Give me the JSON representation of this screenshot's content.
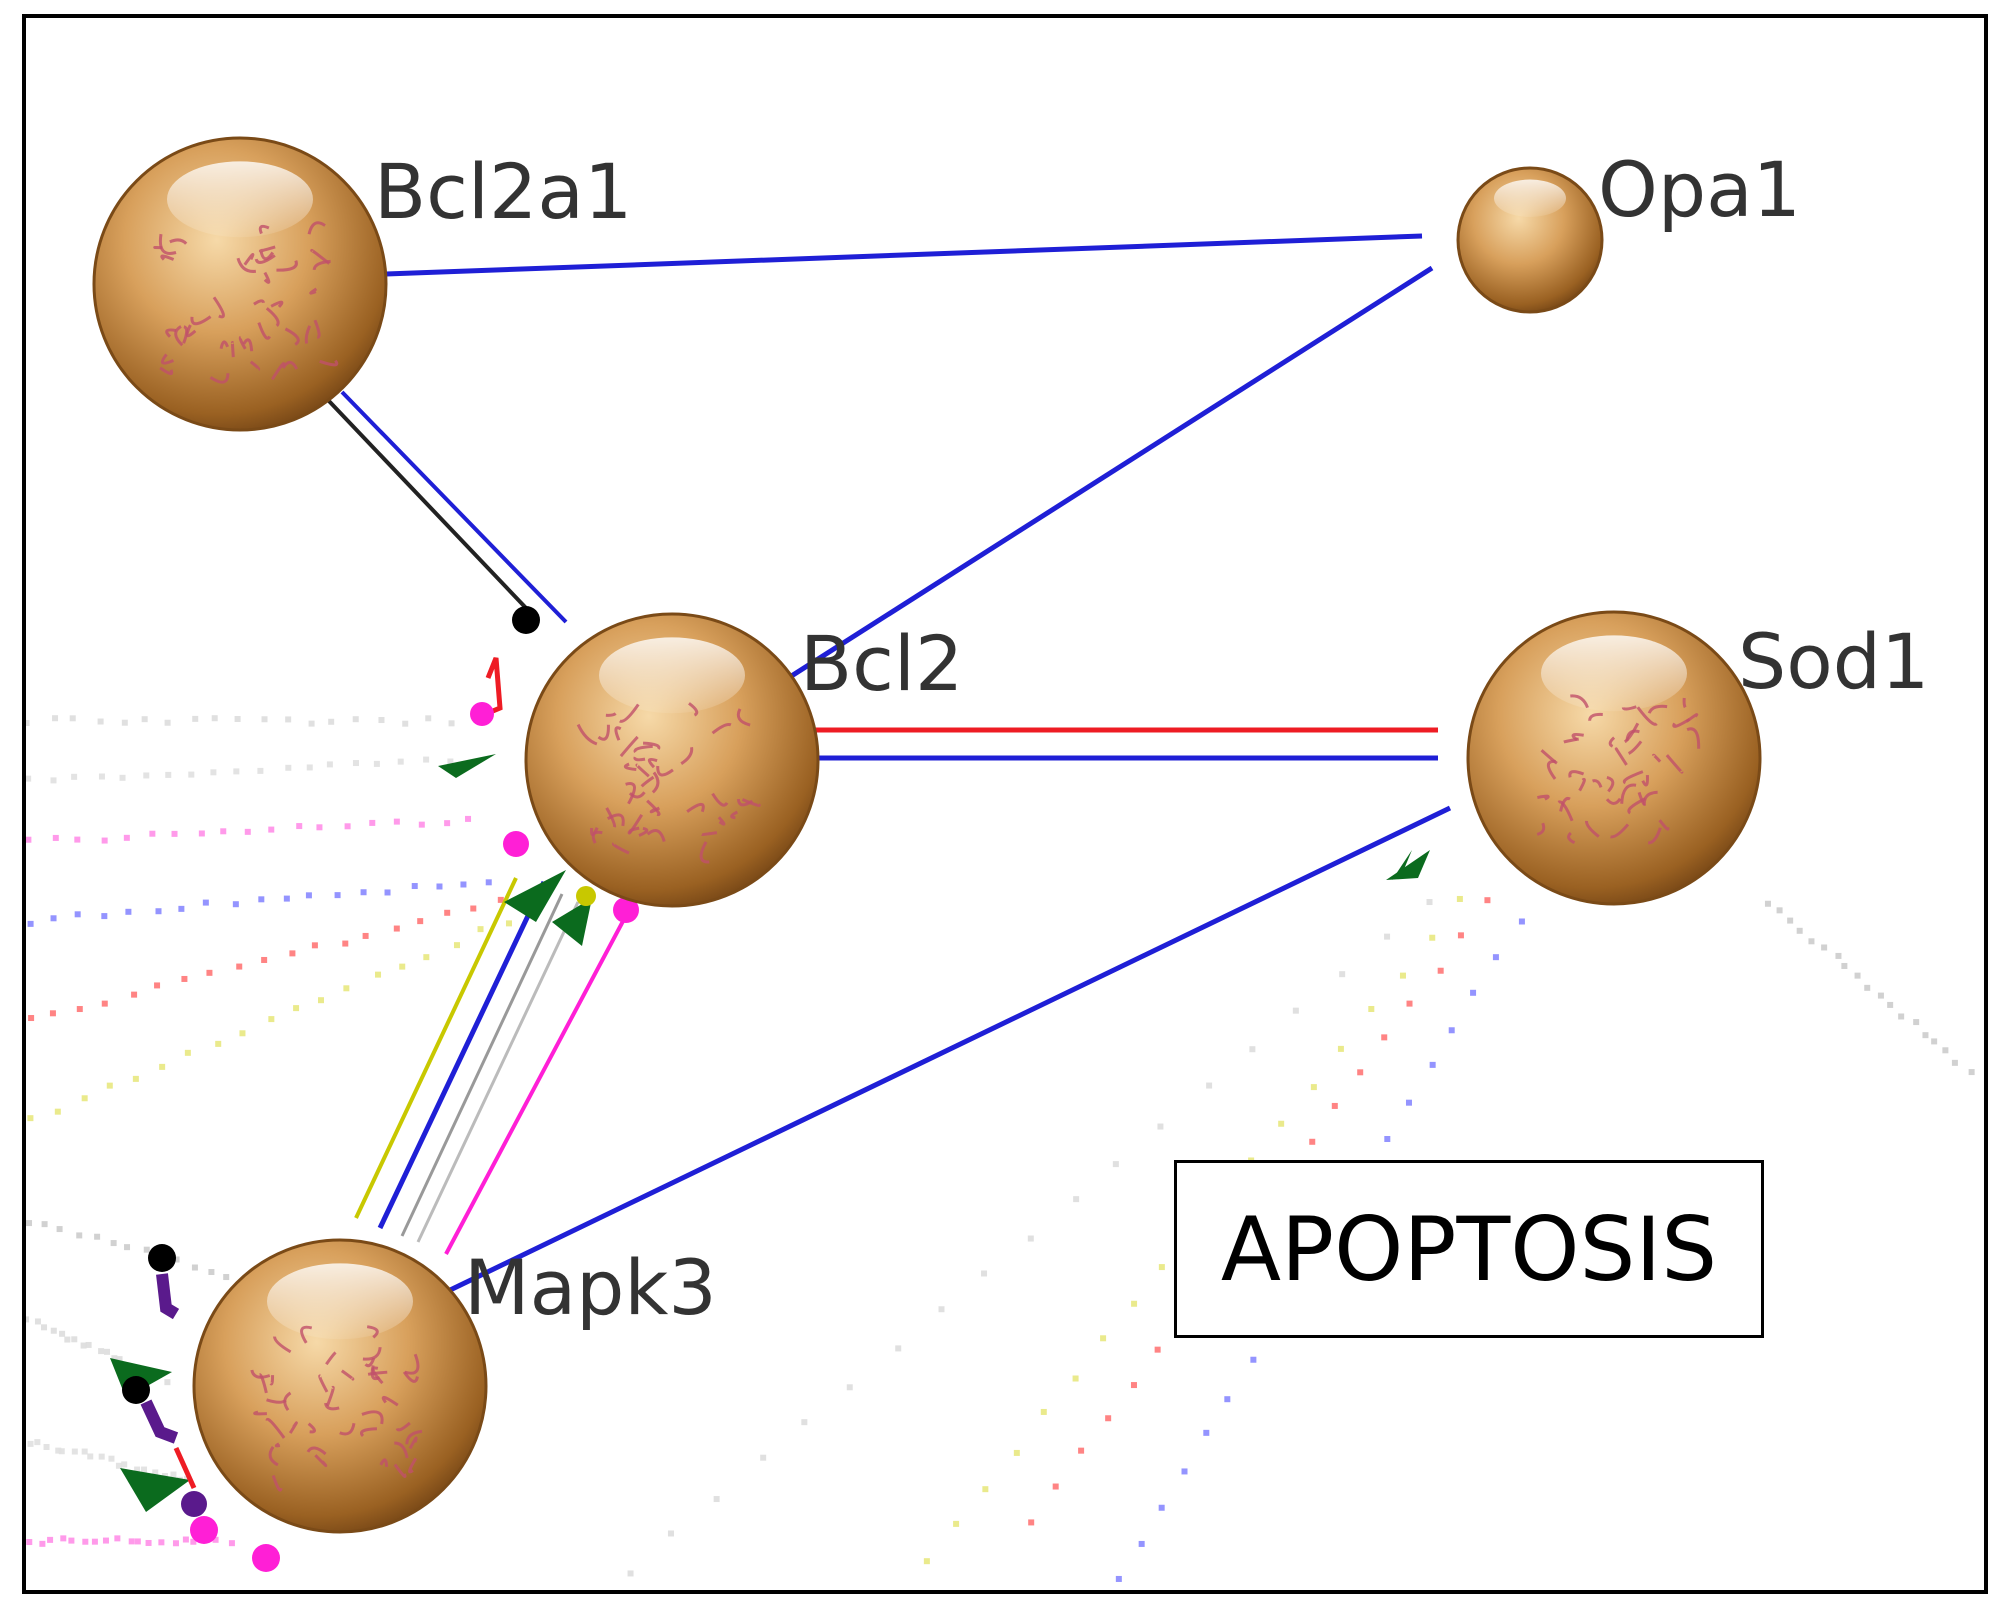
{
  "diagram": {
    "type": "protein-interaction-network",
    "box_label": "APOPTOSIS",
    "nodes": [
      {
        "id": "bcl2a1",
        "label": "Bcl2a1",
        "size": "large",
        "has_structure": true
      },
      {
        "id": "opa1",
        "label": "Opa1",
        "size": "small",
        "has_structure": false
      },
      {
        "id": "bcl2",
        "label": "Bcl2",
        "size": "large",
        "has_structure": true
      },
      {
        "id": "sod1",
        "label": "Sod1",
        "size": "large",
        "has_structure": true
      },
      {
        "id": "mapk3",
        "label": "Mapk3",
        "size": "large",
        "has_structure": true
      }
    ],
    "edges": [
      {
        "from": "bcl2a1",
        "to": "opa1",
        "colors": [
          "#1f1fd6"
        ]
      },
      {
        "from": "opa1",
        "to": "bcl2",
        "colors": [
          "#1f1fd6"
        ]
      },
      {
        "from": "bcl2a1",
        "to": "bcl2",
        "colors": [
          "#222222",
          "#1f1fd6"
        ]
      },
      {
        "from": "bcl2",
        "to": "sod1",
        "colors": [
          "#ee1c24",
          "#1f1fd6"
        ]
      },
      {
        "from": "mapk3",
        "to": "sod1",
        "colors": [
          "#1f1fd6"
        ]
      },
      {
        "from": "mapk3",
        "to": "bcl2",
        "colors": [
          "#c8c800",
          "#1f1fd6",
          "#999999",
          "#bbbbbb",
          "#ff1fd6"
        ]
      }
    ],
    "colors": {
      "node_fill": "#d49a55",
      "node_dark": "#7a4a17",
      "structure": "#c0506a",
      "blue_edge": "#1f1fd6",
      "red_edge": "#ee1c24",
      "yellow_edge": "#c8c800",
      "magenta_edge": "#ff1fd6",
      "arrow_green": "#0b6b1e"
    }
  }
}
